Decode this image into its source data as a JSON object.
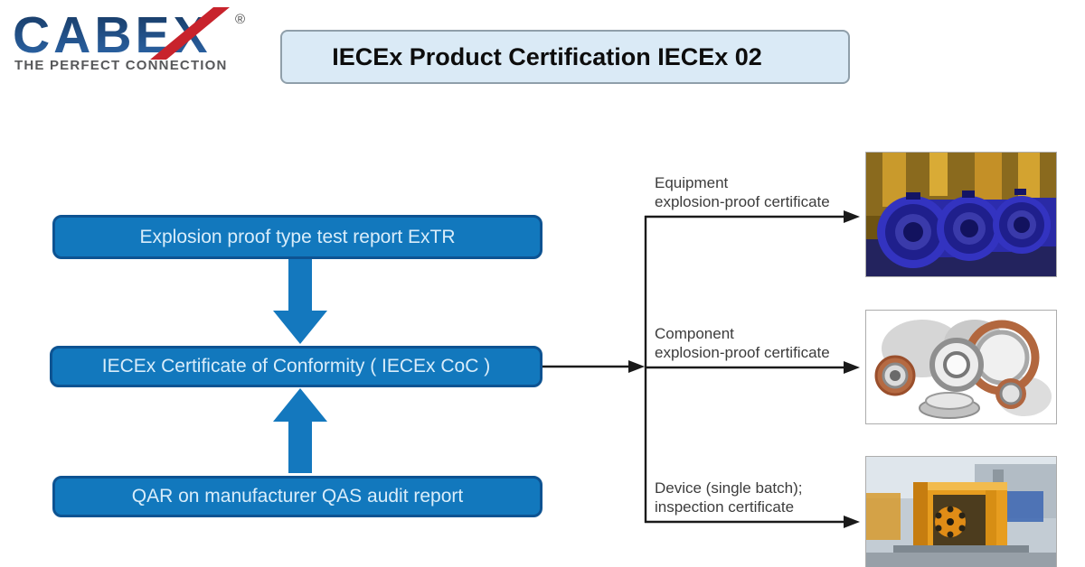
{
  "logo": {
    "brand": "CABEX",
    "registered": "®",
    "tagline": "THE PERFECT CONNECTION"
  },
  "header": {
    "title": "IECEx Product Certification IECEx 02"
  },
  "flow": {
    "boxes": [
      {
        "label": "Explosion proof type test report ExTR"
      },
      {
        "label": "IECEx Certificate of Conformity ( IECEx CoC )"
      },
      {
        "label": "QAR on manufacturer QAS audit report"
      }
    ],
    "arrows": [
      {
        "name": "down-arrow",
        "direction": "down"
      },
      {
        "name": "up-arrow",
        "direction": "up"
      }
    ]
  },
  "branches": [
    {
      "label_line1": "Equipment",
      "label_line2": "explosion-proof certificate",
      "photo": "blue-explosion-proof-motors-photo"
    },
    {
      "label_line1": "Component",
      "label_line2": "explosion-proof certificate",
      "photo": "steel-bearing-components-photo"
    },
    {
      "label_line1": "Device (single batch);",
      "label_line2": "inspection certificate",
      "photo": "injection-molding-machine-photo"
    }
  ],
  "colors": {
    "flow_box_fill": "#1278bd",
    "flow_box_border": "#0d5392",
    "flow_box_text": "#d9edfa",
    "title_box_fill": "#daeaf6",
    "title_box_border": "#8f9faa",
    "big_arrow_blue": "#1478be",
    "logo_navy_top": "#16375f",
    "logo_navy_bottom": "#2e69ae",
    "logo_red": "#c8232c",
    "tagline_gray": "#57585a",
    "connector_black": "#1a1a1a"
  }
}
